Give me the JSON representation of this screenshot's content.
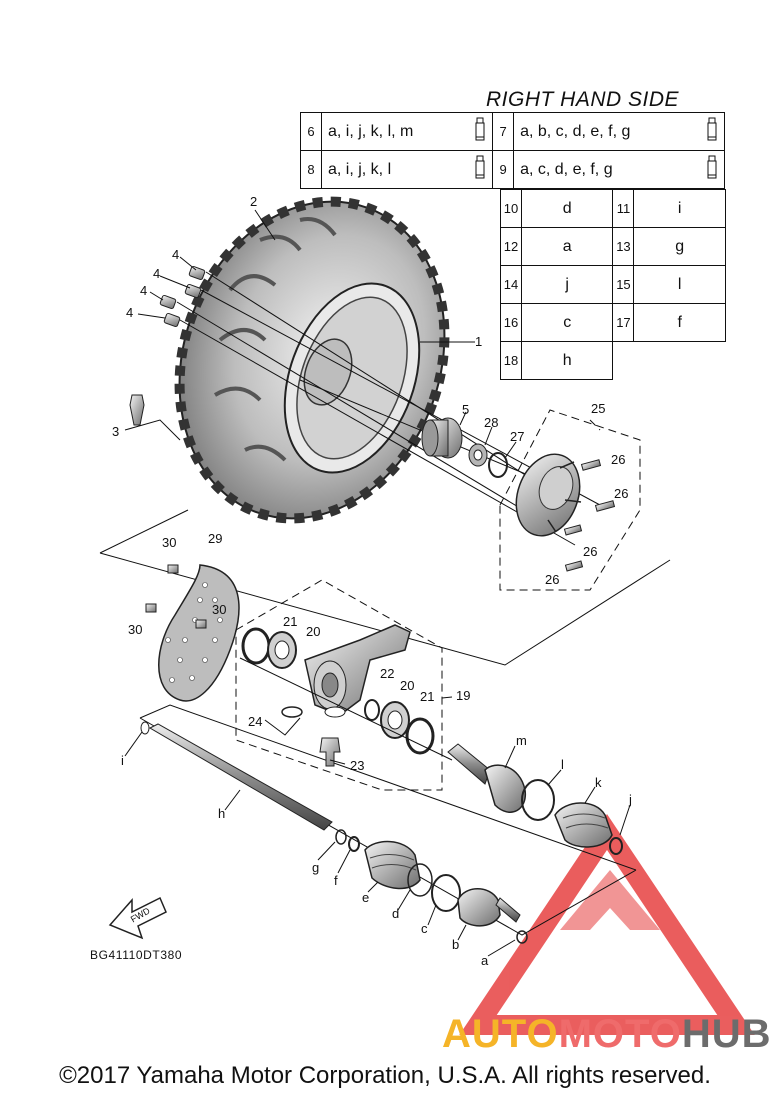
{
  "heading": "RIGHT HAND SIDE",
  "legend_top": [
    {
      "num": "6",
      "value": "a, i, j, k, l, m"
    },
    {
      "num": "7",
      "value": "a, b, c, d, e, f, g"
    },
    {
      "num": "8",
      "value": "a, i, j, k, l"
    },
    {
      "num": "9",
      "value": "a, c, d, e, f, g"
    }
  ],
  "legend_small": [
    {
      "num": "10",
      "value": "d"
    },
    {
      "num": "11",
      "value": "i"
    },
    {
      "num": "12",
      "value": "a"
    },
    {
      "num": "13",
      "value": "g"
    },
    {
      "num": "14",
      "value": "j"
    },
    {
      "num": "15",
      "value": "l"
    },
    {
      "num": "16",
      "value": "c"
    },
    {
      "num": "17",
      "value": "f"
    },
    {
      "num": "18",
      "value": "h"
    }
  ],
  "part_labels": {
    "p1": "1",
    "p2": "2",
    "p3": "3",
    "p4a": "4",
    "p4b": "4",
    "p4c": "4",
    "p4d": "4",
    "p5": "5",
    "p19": "19",
    "p20a": "20",
    "p20b": "20",
    "p21a": "21",
    "p21b": "21",
    "p22": "22",
    "p23": "23",
    "p24": "24",
    "p25": "25",
    "p26a": "26",
    "p26b": "26",
    "p26c": "26",
    "p26d": "26",
    "p27": "27",
    "p28": "28",
    "p29": "29",
    "p30a": "30",
    "p30b": "30",
    "p30c": "30",
    "la": "a",
    "lb": "b",
    "lc": "c",
    "ld": "d",
    "le": "e",
    "lf": "f",
    "lg": "g",
    "lh": "h",
    "li": "i",
    "lj": "j",
    "lk": "k",
    "ll": "l",
    "lm": "m"
  },
  "fwd_label": "FWD",
  "diagram_code": "BG41110DT380",
  "watermark": {
    "part1": "AUTO",
    "part2": "MOTO",
    "part3": "HUB",
    "color_red": "#e84c4c",
    "color_orange": "#f5b428",
    "color_gray": "#6c6c6c"
  },
  "copyright": "©2017 Yamaha Motor Corporation, U.S.A. All rights reserved."
}
